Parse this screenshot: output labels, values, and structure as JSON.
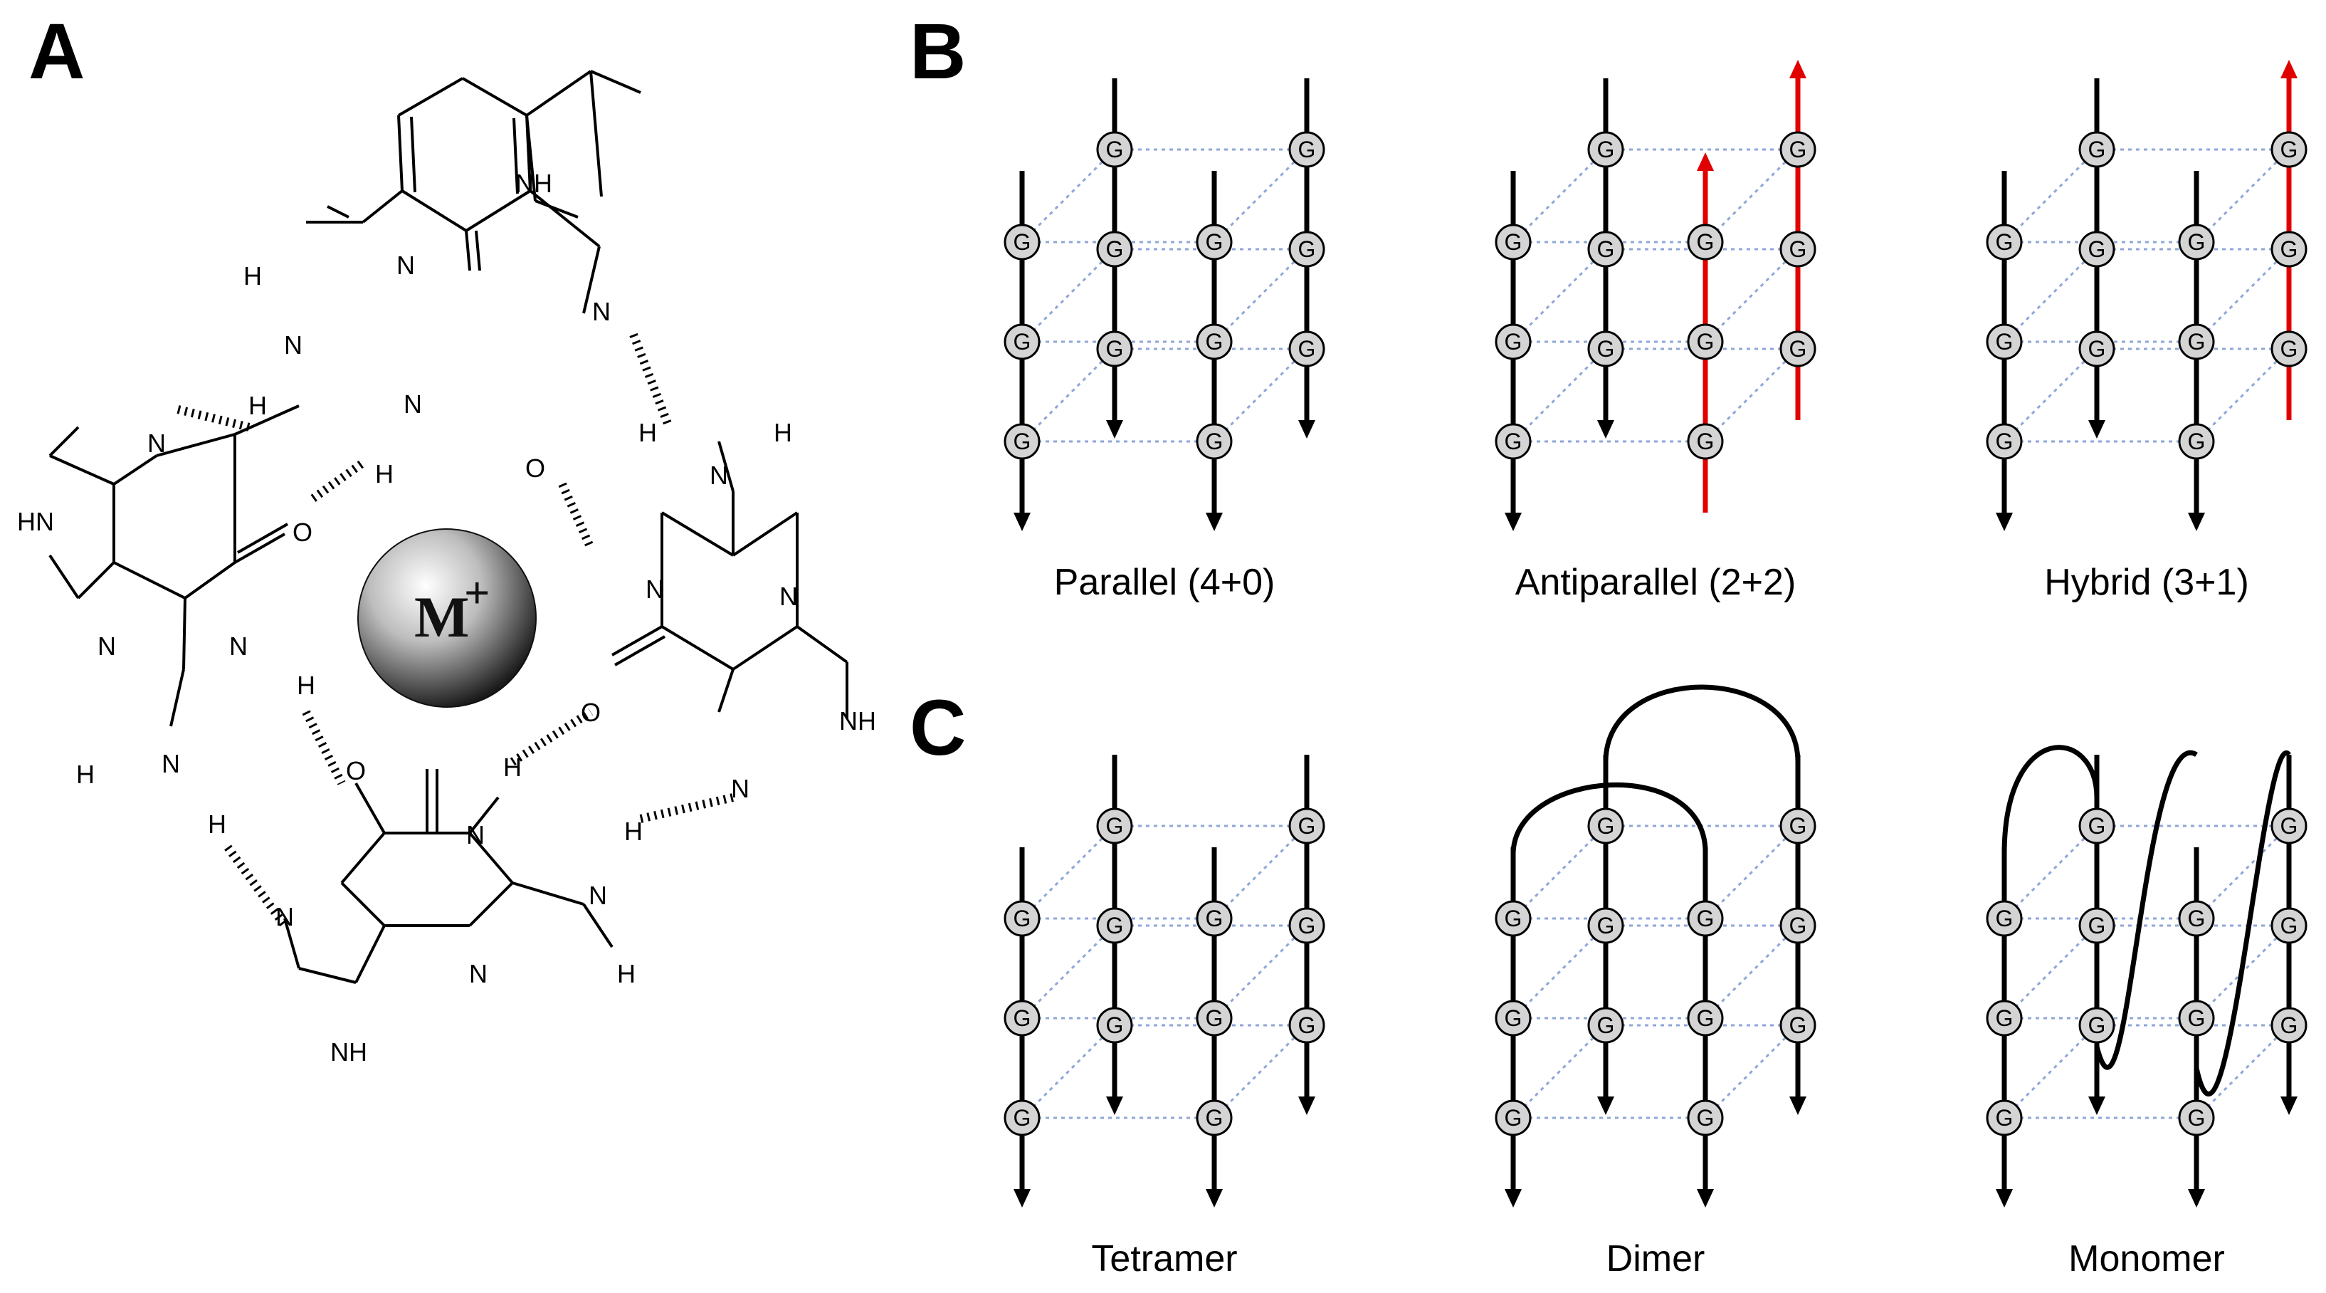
{
  "panel_labels": {
    "a": "A",
    "b": "B",
    "c": "C"
  },
  "panel_a": {
    "metal_ion": "M",
    "metal_charge": "+",
    "atoms": {
      "nh": "NH",
      "hn": "HN",
      "n": "N",
      "h": "H",
      "o": "O"
    }
  },
  "panel_b": {
    "captions": [
      "Parallel (4+0)",
      "Antiparallel (2+2)",
      "Hybrid (3+1)"
    ],
    "strand_colors": {
      "down": "#000000",
      "up_reverse": "#e00000"
    }
  },
  "panel_c": {
    "captions": [
      "Tetramer",
      "Dimer",
      "Monomer"
    ]
  },
  "base_label": "G",
  "colors": {
    "guanine_fill": "#d4d4d4",
    "tetrad_link": "#8fa6d8",
    "reverse_strand": "#e00000",
    "strand": "#000000"
  }
}
